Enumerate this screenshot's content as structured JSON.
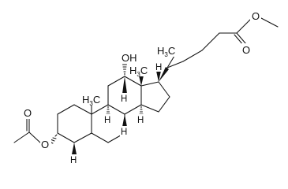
{
  "diagram": {
    "type": "skeletal-structure",
    "colors": {
      "ink": "#111111",
      "background": "#ffffff"
    },
    "labels": {
      "hydroxyl": "OH",
      "methyl_c13": "H",
      "methyl_c13_sub": "3",
      "methyl_c13_tail": "C",
      "methyl_c10": "H",
      "methyl_c10_sub": "3",
      "methyl_c10_tail": "C",
      "side_chain_methyl": "H",
      "side_chain_methyl_sub": "3",
      "side_chain_methyl_tail": "C",
      "ester_methyl_o": "O",
      "ester_carbonyl_o": "O",
      "acetate_carbonyl_o": "O",
      "acetate_ester_o": "O",
      "h_c9": "H",
      "h_c8": "H",
      "h_c14": "H",
      "h_c17": "H",
      "h_c5": "H"
    }
  }
}
